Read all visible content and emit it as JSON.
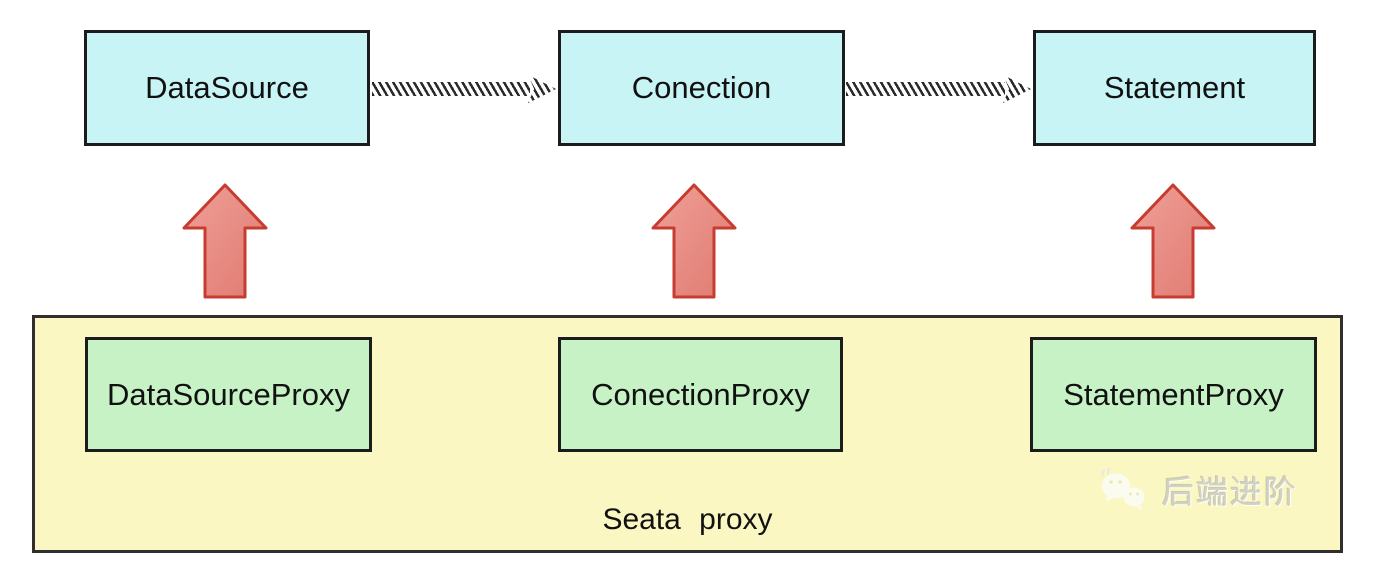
{
  "diagram": {
    "interfaces": [
      {
        "label": "DataSource"
      },
      {
        "label": "Conection"
      },
      {
        "label": "Statement"
      }
    ],
    "container": {
      "label": "Seata proxy",
      "proxies": [
        {
          "label": "DataSourceProxy"
        },
        {
          "label": "ConectionProxy"
        },
        {
          "label": "StatementProxy"
        }
      ]
    },
    "watermark": {
      "text": "后端进阶",
      "icon": "chat-bubbles-icon"
    },
    "colors": {
      "background": "#ffffff",
      "interface_fill": "#c9f4f6",
      "proxy_fill": "#c6f2c6",
      "container_fill": "#fbf7c3",
      "box_border": "#1c1c1c",
      "container_border": "#2f2f2f",
      "up_arrow_fill": "#e8857d",
      "up_arrow_stroke": "#c63c30",
      "hatch_stripe": "#2a2a2a",
      "watermark_text_color": "#d2d2c4"
    }
  }
}
